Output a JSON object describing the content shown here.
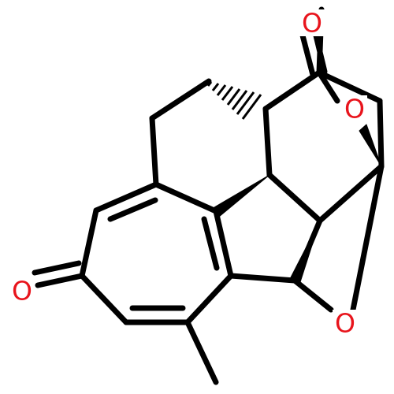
{
  "molecule": {
    "atom_color": "#e8141c",
    "bond_color": "#000000",
    "labels": {
      "oxygen_carbonyl_top": "O",
      "oxygen_lactone": "O",
      "oxygen_tropone": "O",
      "oxygen_ether": "O"
    }
  }
}
